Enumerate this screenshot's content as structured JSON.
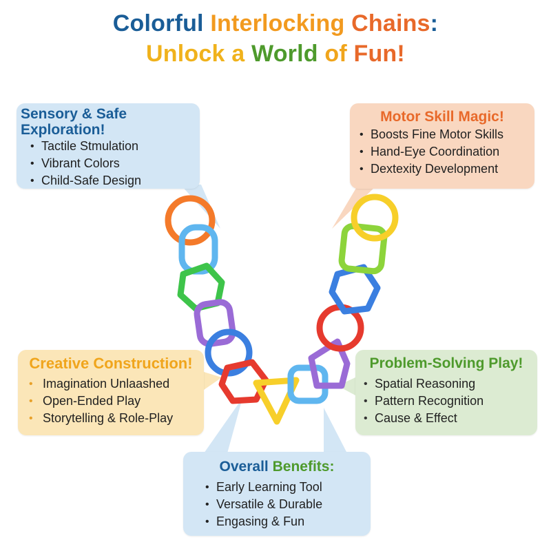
{
  "title": {
    "line1": [
      {
        "text": "Colorful ",
        "color": "#1a5d97"
      },
      {
        "text": "Interlocking ",
        "color": "#f29a1f"
      },
      {
        "text": "Chains",
        "color": "#e8692a"
      },
      {
        "text": ":",
        "color": "#1a5d97"
      }
    ],
    "line2": [
      {
        "text": "Unlock a ",
        "color": "#f0b21c"
      },
      {
        "text": "World ",
        "color": "#4e9a2c"
      },
      {
        "text": "of ",
        "color": "#f0a51c"
      },
      {
        "text": "Fun!",
        "color": "#e8692a"
      }
    ]
  },
  "callouts": {
    "sensory": {
      "heading": "Sensory & Safe Exploration!",
      "items": [
        "Tactile Stmulation",
        "Vibrant Colors",
        "Child-Safe Design"
      ]
    },
    "motor": {
      "heading": "Motor Skill Magic!",
      "items": [
        "Boosts Fine Motor Skills",
        "Hand-Eye Coordination",
        "Dextexity Development"
      ]
    },
    "creative": {
      "heading": "Creative Construction!",
      "items": [
        "Imagination Unlaashed",
        "Open-Ended Play",
        "Storytelling & Role-Play"
      ]
    },
    "problem": {
      "heading": "Problem-Solving Play!",
      "items": [
        "Spatial Reasoning",
        "Pattern Recognition",
        "Cause & Effect"
      ]
    },
    "overall": {
      "heading_part1": "Overall ",
      "heading_part2": "Benefits:",
      "items": [
        "Early Learning Tool",
        "Versatile & Durable",
        "Engasing & Fun"
      ]
    }
  },
  "bullet_glyph": "•",
  "colors": {
    "orange": "#f47a2a",
    "blue": "#3b8fe0",
    "light_blue": "#5fb6ef",
    "green": "#3ec44a",
    "lime": "#8dd43b",
    "purple": "#9a6bd6",
    "red": "#e63a2e",
    "yellow": "#f7cf2a",
    "overall_heading_blue": "#1a5d97",
    "overall_heading_green": "#4e9a2c"
  }
}
